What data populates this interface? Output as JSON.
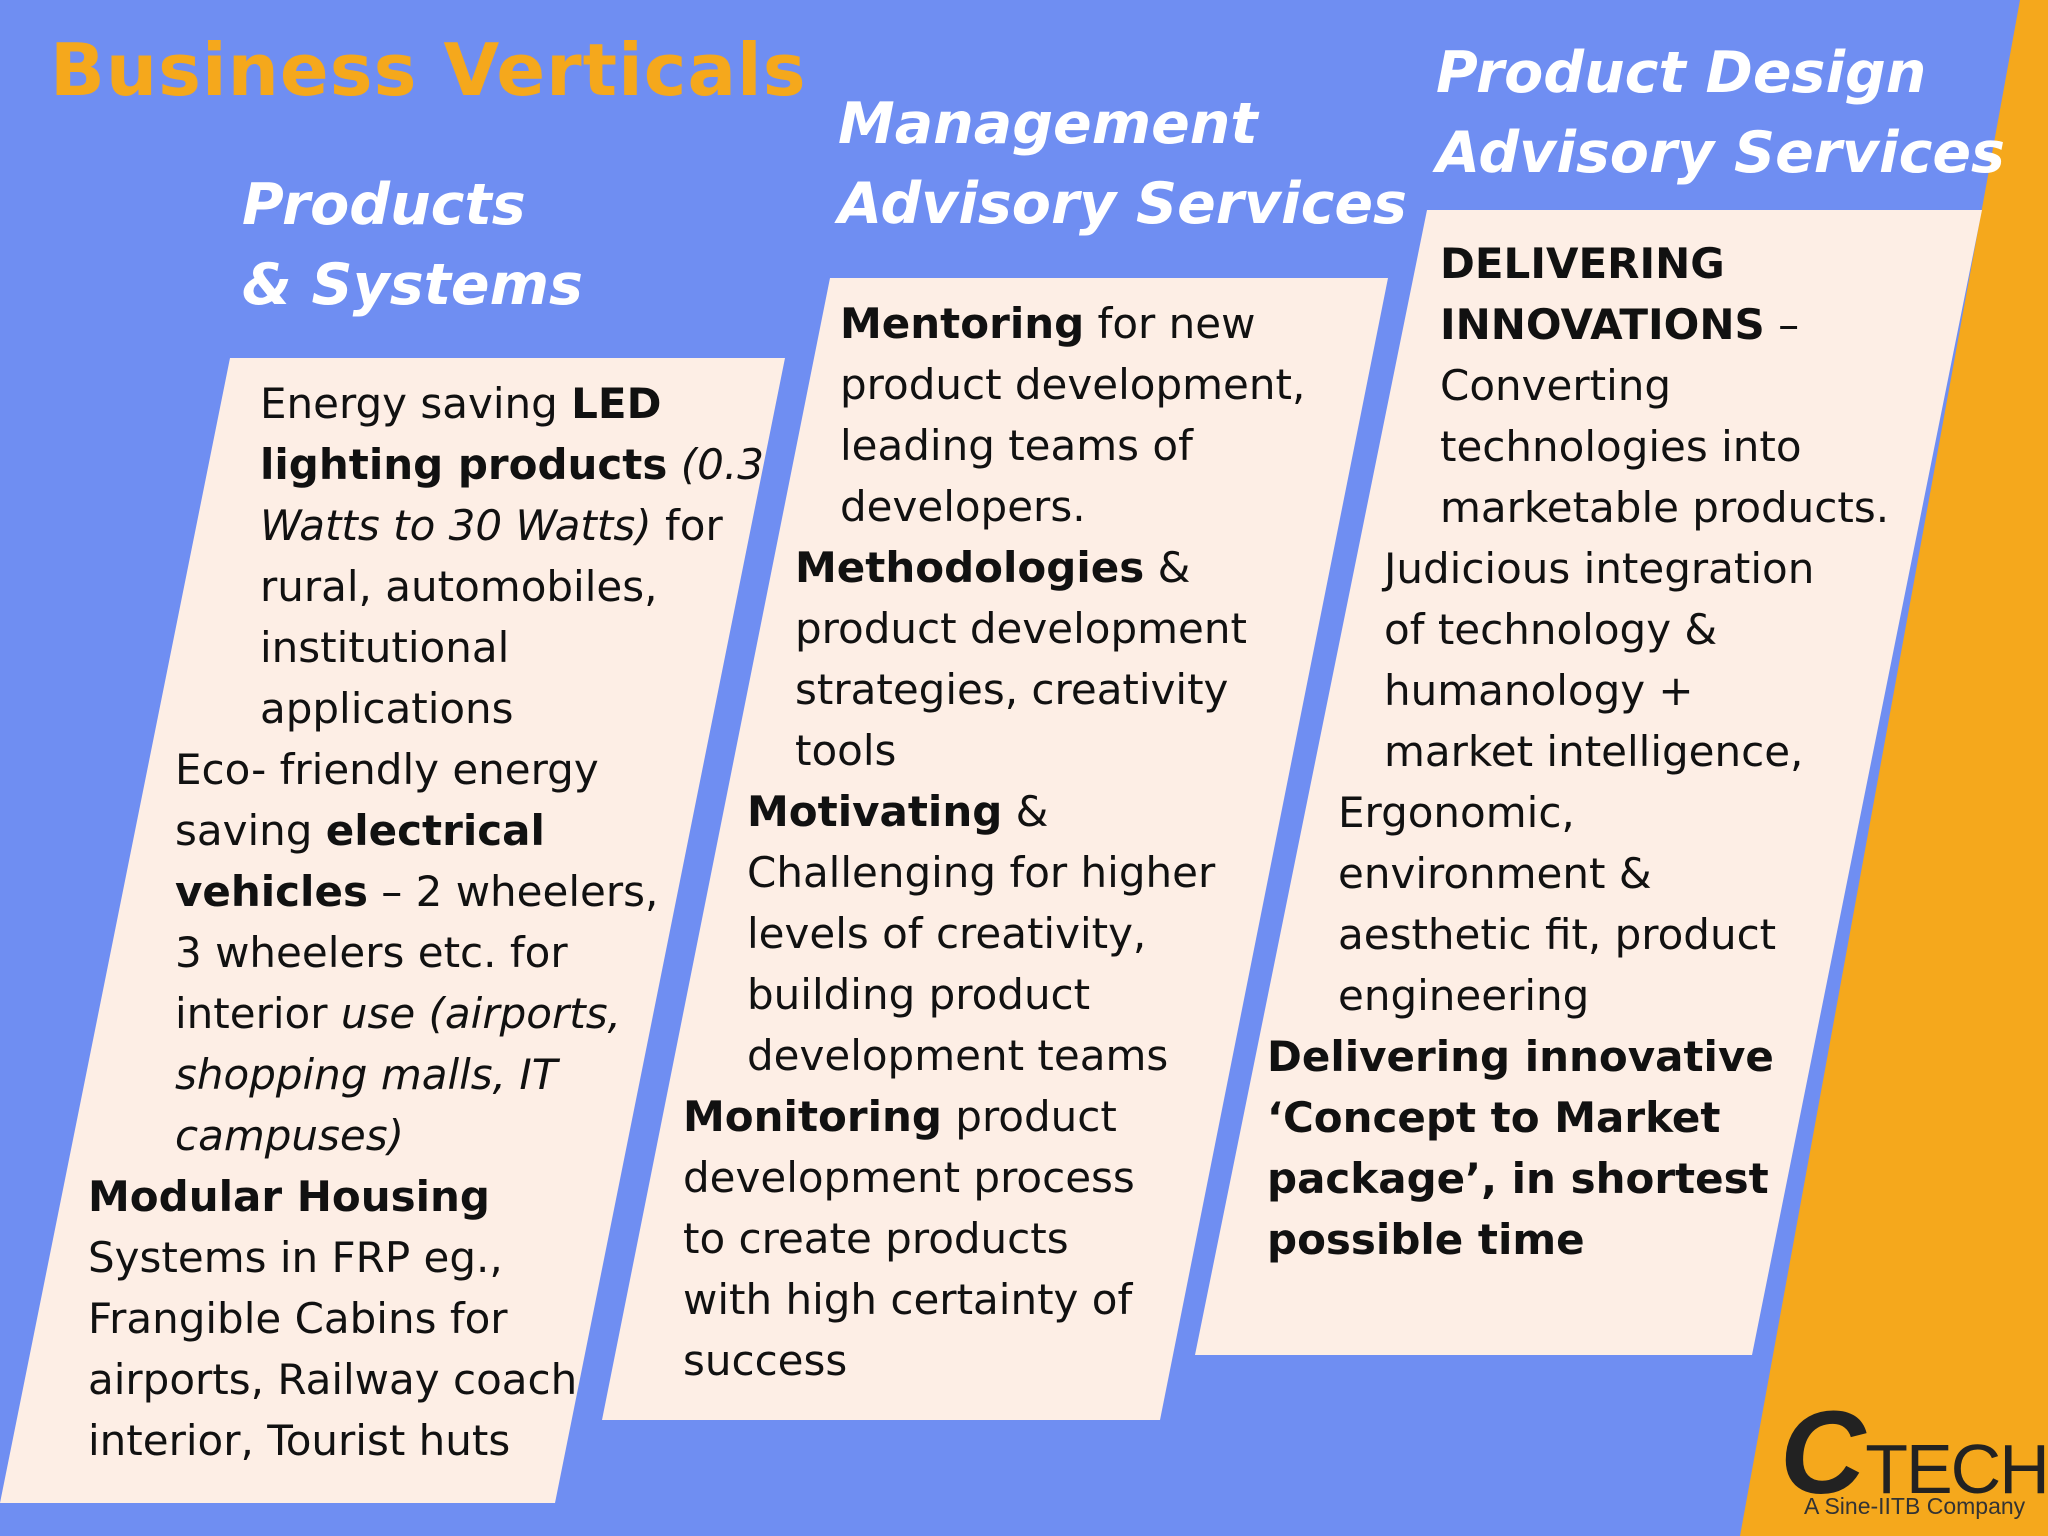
{
  "title": "Business Verticals",
  "colors": {
    "background": "#6f8ef2",
    "accent": "#f5a81c",
    "panel": "#fdeee5",
    "heading": "#ffffff"
  },
  "verticals": [
    {
      "heading": [
        "Products",
        "& Systems"
      ],
      "lines": [
        [
          {
            "t": "Energy saving "
          },
          {
            "t": "LED",
            "s": "b"
          }
        ],
        [
          {
            "t": "lighting products",
            "s": "b"
          },
          {
            "t": " (0.3",
            "s": "i"
          }
        ],
        [
          {
            "t": "Watts to 30 Watts)",
            "s": "i"
          },
          {
            "t": " for"
          }
        ],
        [
          {
            "t": "rural, automobiles,"
          }
        ],
        [
          {
            "t": "institutional"
          }
        ],
        [
          {
            "t": "applications"
          }
        ],
        [
          {
            "t": "Eco- friendly energy"
          }
        ],
        [
          {
            "t": "saving "
          },
          {
            "t": "electrical",
            "s": "b"
          }
        ],
        [
          {
            "t": "vehicles",
            "s": "b"
          },
          {
            "t": " – 2 wheelers,"
          }
        ],
        [
          {
            "t": "3 wheelers etc. for"
          }
        ],
        [
          {
            "t": "interior "
          },
          {
            "t": "use (airports,",
            "s": "i"
          }
        ],
        [
          {
            "t": "shopping malls, IT",
            "s": "i"
          }
        ],
        [
          {
            "t": "campuses)",
            "s": "i"
          }
        ],
        [
          {
            "t": "Modular Housing",
            "s": "b"
          }
        ],
        [
          {
            "t": "Systems  in FRP eg.,"
          }
        ],
        [
          {
            "t": "Frangible Cabins for"
          }
        ],
        [
          {
            "t": "airports, Railway coach"
          }
        ],
        [
          {
            "t": "interior, Tourist huts"
          }
        ]
      ]
    },
    {
      "heading": [
        "Management",
        "Advisory Services"
      ],
      "lines": [
        [
          {
            "t": "Mentoring",
            "s": "b"
          },
          {
            "t": " for new"
          }
        ],
        [
          {
            "t": "product development,"
          }
        ],
        [
          {
            "t": "leading teams of"
          }
        ],
        [
          {
            "t": "developers."
          }
        ],
        [
          {
            "t": "Methodologies",
            "s": "b"
          },
          {
            "t": " &"
          }
        ],
        [
          {
            "t": "product development"
          }
        ],
        [
          {
            "t": "strategies, creativity"
          }
        ],
        [
          {
            "t": "tools"
          }
        ],
        [
          {
            "t": "Motivating",
            "s": "b"
          },
          {
            "t": " &"
          }
        ],
        [
          {
            "t": "Challenging for higher"
          }
        ],
        [
          {
            "t": "levels of creativity,"
          }
        ],
        [
          {
            "t": "building product"
          }
        ],
        [
          {
            "t": "development teams"
          }
        ],
        [
          {
            "t": "Monitoring",
            "s": "b"
          },
          {
            "t": " product"
          }
        ],
        [
          {
            "t": "development process"
          }
        ],
        [
          {
            "t": "to create products"
          }
        ],
        [
          {
            "t": "with high certainty of"
          }
        ],
        [
          {
            "t": "success"
          }
        ]
      ]
    },
    {
      "heading": [
        "Product Design",
        "Advisory Services"
      ],
      "lines": [
        [
          {
            "t": "DELIVERING",
            "s": "b"
          }
        ],
        [
          {
            "t": "INNOVATIONS",
            "s": "b"
          },
          {
            "t": " –"
          }
        ],
        [
          {
            "t": "Converting"
          }
        ],
        [
          {
            "t": "technologies into"
          }
        ],
        [
          {
            "t": "marketable products."
          }
        ],
        [
          {
            "t": "Judicious integration"
          }
        ],
        [
          {
            "t": "of technology &"
          }
        ],
        [
          {
            "t": "humanology +"
          }
        ],
        [
          {
            "t": "market intelligence,"
          }
        ],
        [
          {
            "t": "Ergonomic,"
          }
        ],
        [
          {
            "t": "environment &"
          }
        ],
        [
          {
            "t": "aesthetic fit, product"
          }
        ],
        [
          {
            "t": "engineering"
          }
        ],
        [
          {
            "t": "Delivering innovative",
            "s": "b"
          }
        ],
        [
          {
            "t": "‘Concept to Market",
            "s": "b"
          }
        ],
        [
          {
            "t": "package’, in shortest",
            "s": "b"
          }
        ],
        [
          {
            "t": "possible time",
            "s": "b"
          }
        ]
      ]
    }
  ],
  "logo": {
    "brand_c": "C",
    "brand_rest": "TECH",
    "tagline": "A Sine-IITB Company"
  }
}
